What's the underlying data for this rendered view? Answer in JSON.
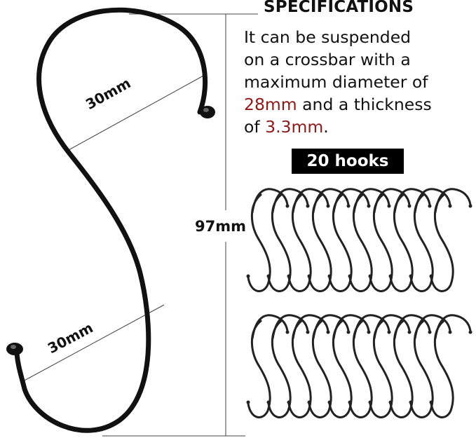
{
  "specifications": {
    "title": "SPECIFICATIONS",
    "line1": "It can be suspended",
    "line2": "on a crossbar with a",
    "line3": "maximum diameter of",
    "line4_highlight": "28mm",
    "line4_rest": " and a thickness",
    "line5_start": "of ",
    "line5_highlight": "3.3mm",
    "line5_end": "."
  },
  "badge": {
    "label": "20 hooks"
  },
  "dimensions": {
    "top_width": "30mm",
    "bottom_width": "30mm",
    "height": "97mm"
  },
  "colors": {
    "highlight": "#8b1a1a",
    "hook": "#111111",
    "badge_bg": "#000000"
  }
}
